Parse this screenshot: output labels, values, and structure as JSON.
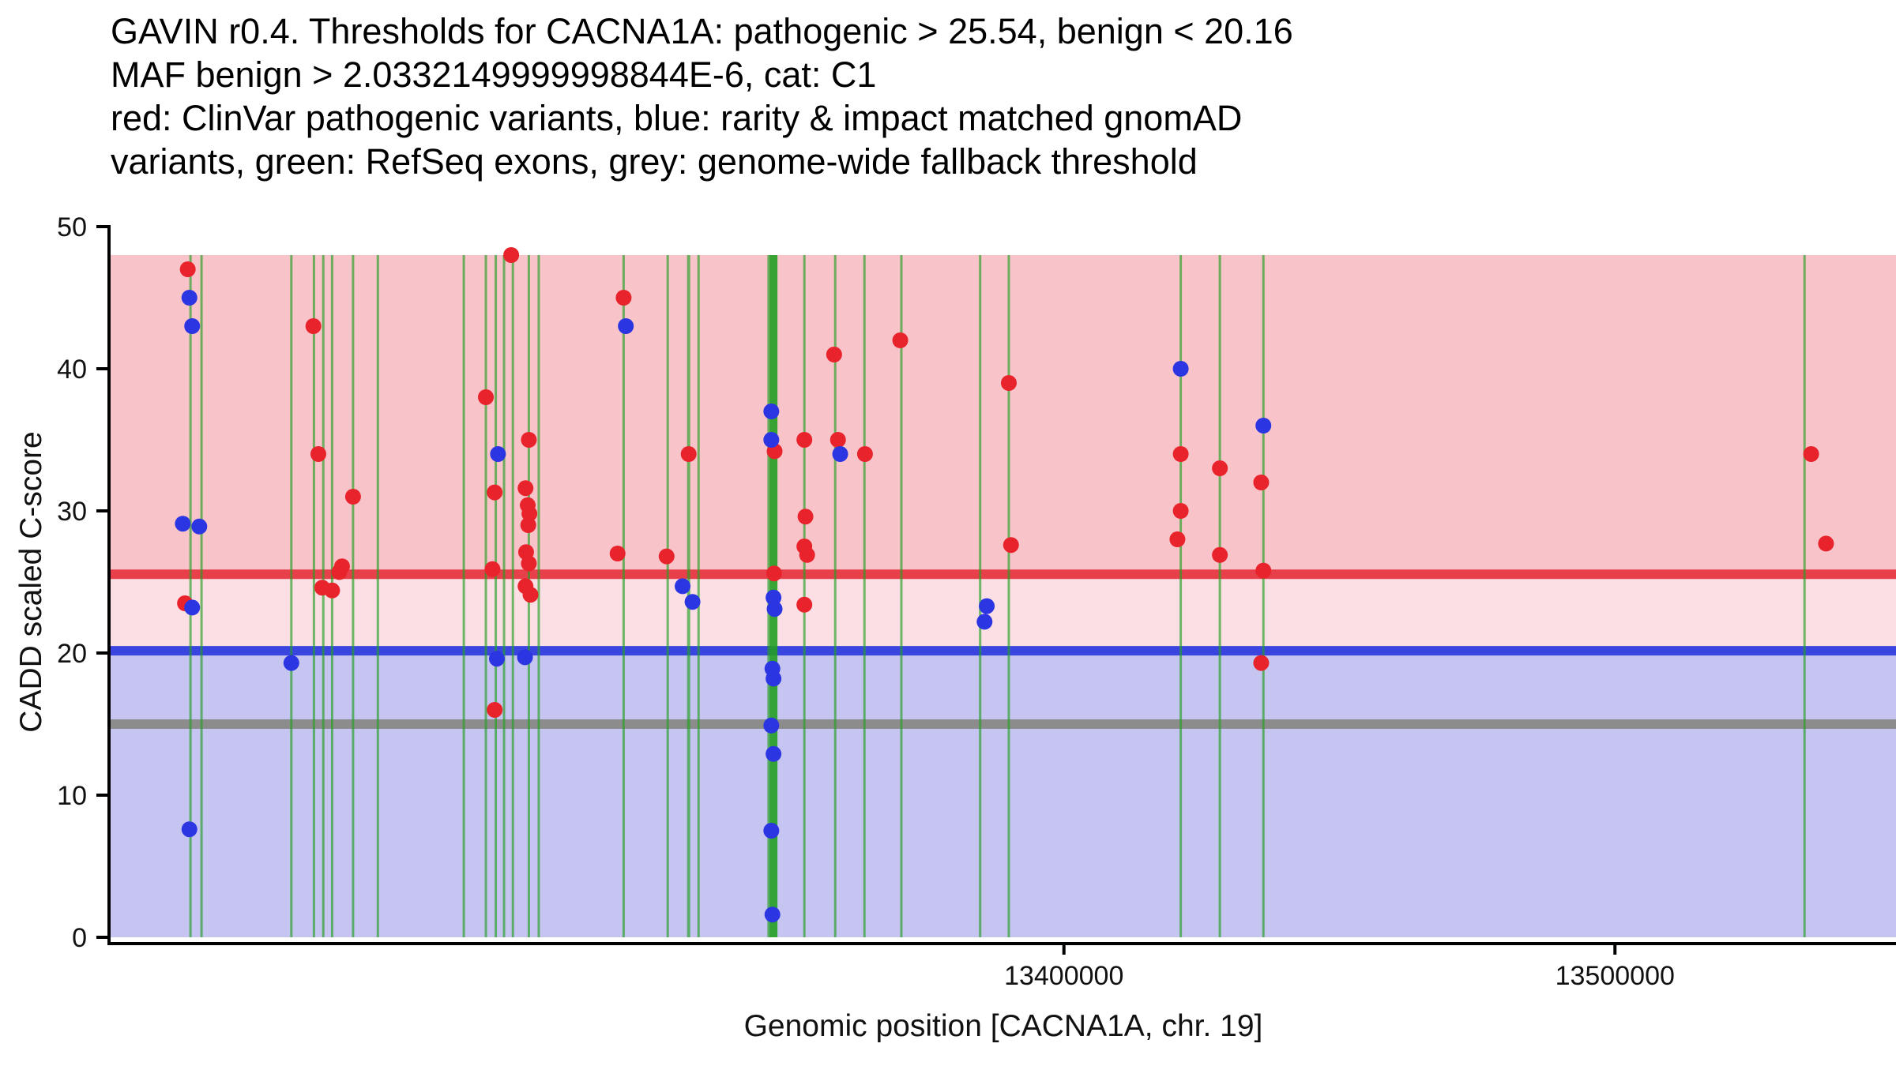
{
  "title_lines": [
    "GAVIN r0.4. Thresholds for CACNA1A: pathogenic > 25.54, benign < 20.16",
    "MAF benign > 2.0332149999998844E-6, cat: C1",
    "red: ClinVar pathogenic variants, blue: rarity & impact matched gnomAD",
    "variants, green: RefSeq exons, grey: genome-wide fallback threshold"
  ],
  "chart_data": {
    "type": "scatter",
    "title": "GAVIN r0.4. Thresholds for CACNA1A: pathogenic > 25.54, benign < 20.16",
    "subtitle": "MAF benign > 2.0332149999998844E-6, cat: C1",
    "xlabel": "Genomic position [CACNA1A, chr. 19]",
    "ylabel": "CADD scaled C-score",
    "xlim": [
      13227000,
      13551000
    ],
    "ylim": [
      0,
      50
    ],
    "grid": false,
    "legend": "none",
    "x_ticks": [
      {
        "value": 13400000,
        "label": "13400000"
      },
      {
        "value": 13500000,
        "label": "13500000"
      }
    ],
    "y_ticks": [
      {
        "value": 0,
        "label": "0"
      },
      {
        "value": 10,
        "label": "10"
      },
      {
        "value": 20,
        "label": "20"
      },
      {
        "value": 30,
        "label": "30"
      },
      {
        "value": 40,
        "label": "40"
      },
      {
        "value": 50,
        "label": "50"
      }
    ],
    "regions": [
      {
        "name": "pathogenic",
        "from": 25.54,
        "to": 48,
        "color": "#f8c3c9"
      },
      {
        "name": "intermediate",
        "from": 20.16,
        "to": 25.54,
        "color": "#fbdfe4"
      },
      {
        "name": "benign",
        "from": 0,
        "to": 20.16,
        "color": "#c6c4f0"
      }
    ],
    "thresholds": [
      {
        "name": "pathogenic",
        "value": 25.54,
        "color": "#e8404a",
        "width": 12
      },
      {
        "name": "benign",
        "value": 20.16,
        "color": "#3a44de",
        "width": 12
      },
      {
        "name": "genome-wide-fallback",
        "value": 15,
        "color": "#8c8c8c",
        "width": 12
      }
    ],
    "exon_color": "#22a022",
    "exon_y_span": [
      0,
      48
    ],
    "exons": [
      [
        13241500,
        3
      ],
      [
        13243500,
        3
      ],
      [
        13259800,
        3
      ],
      [
        13263900,
        3
      ],
      [
        13265600,
        3
      ],
      [
        13267200,
        3
      ],
      [
        13271000,
        3
      ],
      [
        13275500,
        3
      ],
      [
        13291100,
        3
      ],
      [
        13295100,
        3
      ],
      [
        13296900,
        3
      ],
      [
        13298400,
        3
      ],
      [
        13300000,
        3
      ],
      [
        13302900,
        3
      ],
      [
        13304700,
        3
      ],
      [
        13320100,
        3
      ],
      [
        13328100,
        3
      ],
      [
        13331900,
        4
      ],
      [
        13333700,
        3
      ],
      [
        13346400,
        3
      ],
      [
        13347300,
        10
      ],
      [
        13352900,
        3
      ],
      [
        13358500,
        3
      ],
      [
        13363800,
        3
      ],
      [
        13370500,
        3
      ],
      [
        13384800,
        3
      ],
      [
        13390000,
        3
      ],
      [
        13421200,
        3
      ],
      [
        13428300,
        3
      ],
      [
        13436200,
        3
      ],
      [
        13534400,
        3
      ]
    ],
    "series": [
      {
        "id": "clinvar-pathogenic",
        "name": "ClinVar pathogenic variants",
        "color": "#e8232b",
        "points": [
          [
            13241000,
            47
          ],
          [
            13240500,
            23.5
          ],
          [
            13263800,
            43
          ],
          [
            13264700,
            34
          ],
          [
            13265400,
            24.6
          ],
          [
            13267200,
            24.4
          ],
          [
            13268500,
            25.7
          ],
          [
            13269000,
            26.1
          ],
          [
            13271000,
            31
          ],
          [
            13295100,
            38
          ],
          [
            13296700,
            31.3
          ],
          [
            13296300,
            25.9
          ],
          [
            13296700,
            16
          ],
          [
            13299700,
            48
          ],
          [
            13302900,
            35
          ],
          [
            13302300,
            31.6
          ],
          [
            13302700,
            30.4
          ],
          [
            13303000,
            29.8
          ],
          [
            13302800,
            29
          ],
          [
            13302400,
            27.1
          ],
          [
            13302900,
            26.3
          ],
          [
            13302300,
            24.7
          ],
          [
            13303200,
            24.1
          ],
          [
            13320100,
            45
          ],
          [
            13319000,
            27
          ],
          [
            13327900,
            26.8
          ],
          [
            13331900,
            34
          ],
          [
            13347500,
            34.2
          ],
          [
            13347400,
            25.6
          ],
          [
            13352900,
            35
          ],
          [
            13353100,
            29.6
          ],
          [
            13352900,
            27.5
          ],
          [
            13353400,
            26.9
          ],
          [
            13352900,
            23.4
          ],
          [
            13358300,
            41
          ],
          [
            13359000,
            35
          ],
          [
            13363900,
            34
          ],
          [
            13370300,
            42
          ],
          [
            13390000,
            39
          ],
          [
            13390400,
            27.6
          ],
          [
            13421200,
            34
          ],
          [
            13421200,
            30
          ],
          [
            13420600,
            28
          ],
          [
            13428300,
            33
          ],
          [
            13428300,
            26.9
          ],
          [
            13435800,
            32
          ],
          [
            13436200,
            25.8
          ],
          [
            13435800,
            19.3
          ],
          [
            13535600,
            34
          ],
          [
            13538300,
            27.7
          ]
        ]
      },
      {
        "id": "gnomad-matched",
        "name": "rarity & impact matched gnomAD variants",
        "color": "#2c35e2",
        "points": [
          [
            13241300,
            45
          ],
          [
            13241800,
            43
          ],
          [
            13240100,
            29.1
          ],
          [
            13243100,
            28.9
          ],
          [
            13241800,
            23.2
          ],
          [
            13241300,
            7.6
          ],
          [
            13259800,
            19.3
          ],
          [
            13297300,
            34
          ],
          [
            13297100,
            19.6
          ],
          [
            13302200,
            19.7
          ],
          [
            13320500,
            43
          ],
          [
            13330800,
            24.7
          ],
          [
            13332600,
            23.6
          ],
          [
            13346900,
            37
          ],
          [
            13346900,
            35
          ],
          [
            13347300,
            23.9
          ],
          [
            13347500,
            23.1
          ],
          [
            13347100,
            18.9
          ],
          [
            13347300,
            18.2
          ],
          [
            13346900,
            14.9
          ],
          [
            13347300,
            12.9
          ],
          [
            13346900,
            7.5
          ],
          [
            13347100,
            1.6
          ],
          [
            13359400,
            34
          ],
          [
            13386000,
            23.3
          ],
          [
            13385600,
            22.2
          ],
          [
            13421200,
            40
          ],
          [
            13436200,
            36
          ]
        ]
      }
    ]
  }
}
